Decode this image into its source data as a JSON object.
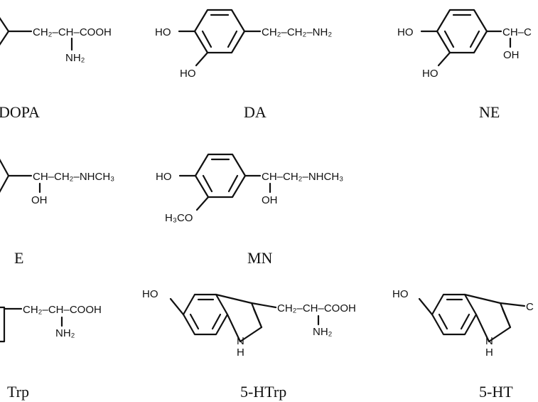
{
  "compounds": {
    "dopa": {
      "name": "DOPA",
      "tail": "CH₂–CH–COOH",
      "amine": "NH₂"
    },
    "da": {
      "name": "DA",
      "ho_top": "HO",
      "ho_bottom": "HO",
      "tail": "CH₂–CH₂–NH₂"
    },
    "ne": {
      "name": "NE",
      "ho_top": "HO",
      "ho_bottom": "HO",
      "tail": "CH–C",
      "hydroxyl": "OH"
    },
    "e": {
      "name": "E",
      "tail": "CH–CH₂–NHCH₃",
      "hydroxyl": "OH"
    },
    "mn": {
      "name": "MN",
      "ho_top": "HO",
      "methoxy": "H₃CO",
      "tail": "CH–CH₂–NHCH₃",
      "hydroxyl": "OH"
    },
    "trp": {
      "name": "Trp",
      "tail": "CH₂–CH–COOH",
      "amine": "NH₂"
    },
    "htrp": {
      "name": "5-HTrp",
      "ho_top": "HO",
      "tail": "CH₂–CH–COOH",
      "amine": "NH₂",
      "ring_nh": "H",
      "ring_n": "N"
    },
    "ht": {
      "name": "5-HT",
      "ho_top": "HO",
      "tail": "C",
      "ring_nh": "H",
      "ring_n": "N"
    }
  },
  "colors": {
    "ink": "#111111",
    "background": "#ffffff"
  }
}
